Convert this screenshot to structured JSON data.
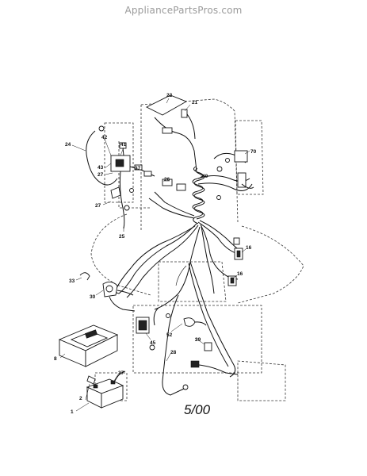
{
  "watermark": "AppliancePartsPros.com",
  "date_code": "5/00",
  "callouts": [
    "22",
    "21",
    "24",
    "42",
    "41",
    "43",
    "27",
    "37",
    "26",
    "40",
    "70",
    "27",
    "25",
    "16",
    "16",
    "33",
    "30",
    "8",
    "45",
    "52",
    "29",
    "28",
    "27",
    "2",
    "1"
  ]
}
